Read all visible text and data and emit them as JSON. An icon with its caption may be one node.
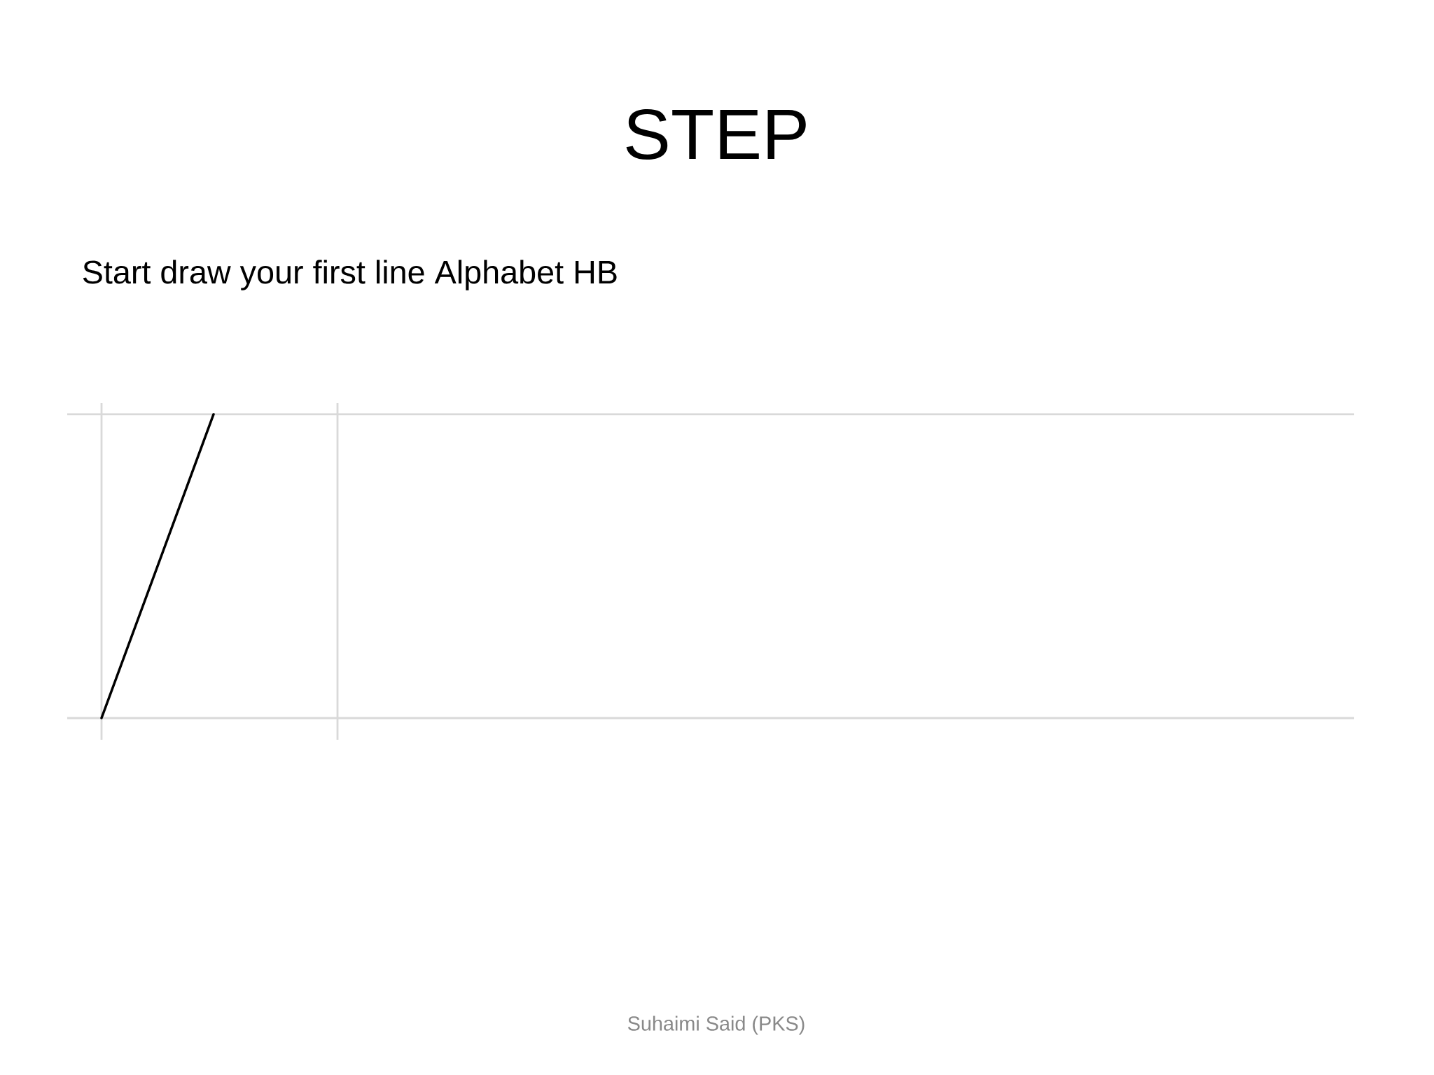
{
  "diagram": {
    "title": "STEP",
    "labels": [
      "Start draw your first line Alphabet HB",
      "Suhaimi Said (PKS)"
    ]
  }
}
